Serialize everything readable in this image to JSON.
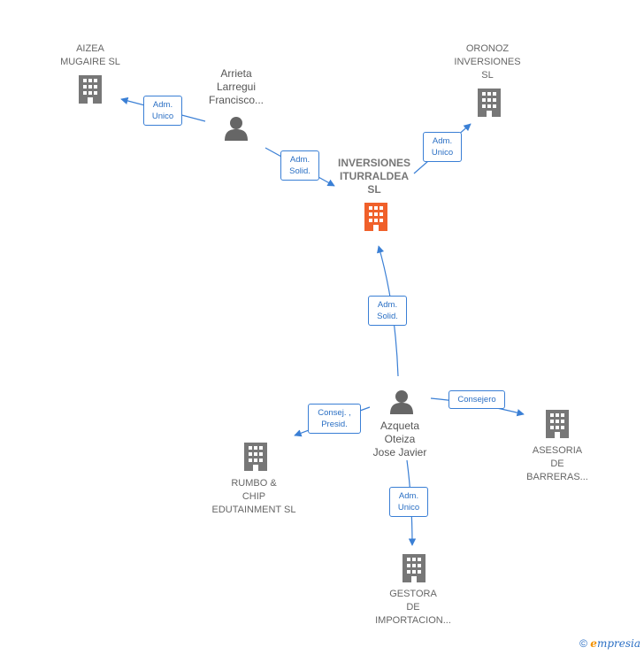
{
  "nodes": {
    "aizea": {
      "label": "AIZEA\nMUGAIRE SL",
      "icon": "building-icon",
      "color": "#777777"
    },
    "arrieta": {
      "label": "Arrieta\nLarregui\nFrancisco...",
      "icon": "person-icon",
      "color": "#777777"
    },
    "oronoz": {
      "label": "ORONOZ\nINVERSIONES\nSL",
      "icon": "building-icon",
      "color": "#777777"
    },
    "center": {
      "label": "INVERSIONES\nITURRALDEA\nSL",
      "icon": "building-icon",
      "color": "#f0602a"
    },
    "azqueta": {
      "label": "Azqueta\nOteiza\nJose Javier",
      "icon": "person-icon",
      "color": "#777777"
    },
    "rumbo": {
      "label": "RUMBO &\nCHIP\nEDUTAINMENT SL",
      "icon": "building-icon",
      "color": "#777777"
    },
    "asesoria": {
      "label": "ASESORIA\nDE\nBARRERAS...",
      "icon": "building-icon",
      "color": "#777777"
    },
    "gestora": {
      "label": "GESTORA\nDE\nIMPORTACION...",
      "icon": "building-icon",
      "color": "#777777"
    }
  },
  "edges": {
    "arrieta_aizea": "Adm.\nUnico",
    "arrieta_center": "Adm.\nSolid.",
    "center_oronoz": "Adm.\nUnico",
    "azqueta_center": "Adm.\nSolid.",
    "azqueta_rumbo": "Consej. ,\nPresid.",
    "azqueta_asesoria": "Consejero",
    "azqueta_gestora": "Adm.\nUnico"
  },
  "colors": {
    "edge": "#3a7fd5",
    "building": "#777777",
    "center": "#f0602a",
    "person": "#666666"
  },
  "footer": {
    "copyright": "©",
    "brand_initial": "e",
    "brand_rest": "mpresia"
  }
}
